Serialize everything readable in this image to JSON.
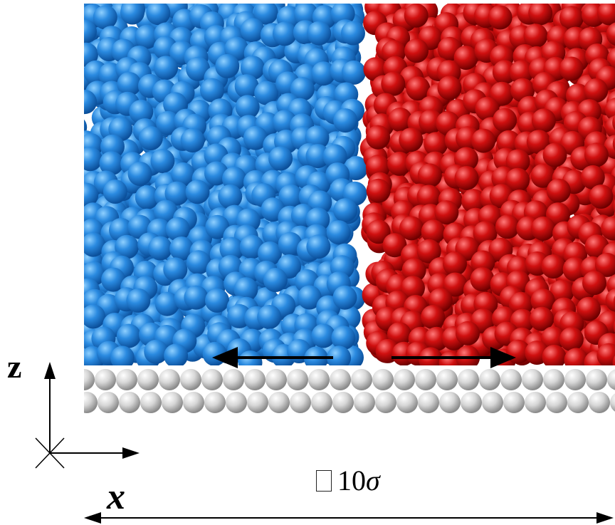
{
  "labels": {
    "z_axis": "z",
    "x_axis": "x",
    "scale_prefix_glyph": "□",
    "scale_value": "10",
    "scale_unit": "σ"
  },
  "colors": {
    "left_fluid": "#1f7fd6",
    "right_fluid": "#cc0c0c",
    "substrate": "#cfcfcf",
    "arrows": "#000000"
  },
  "particles": {
    "left_fluid": "blue-particle-cluster",
    "right_fluid": "red-particle-cluster",
    "substrate": "gray-substrate-particles"
  }
}
